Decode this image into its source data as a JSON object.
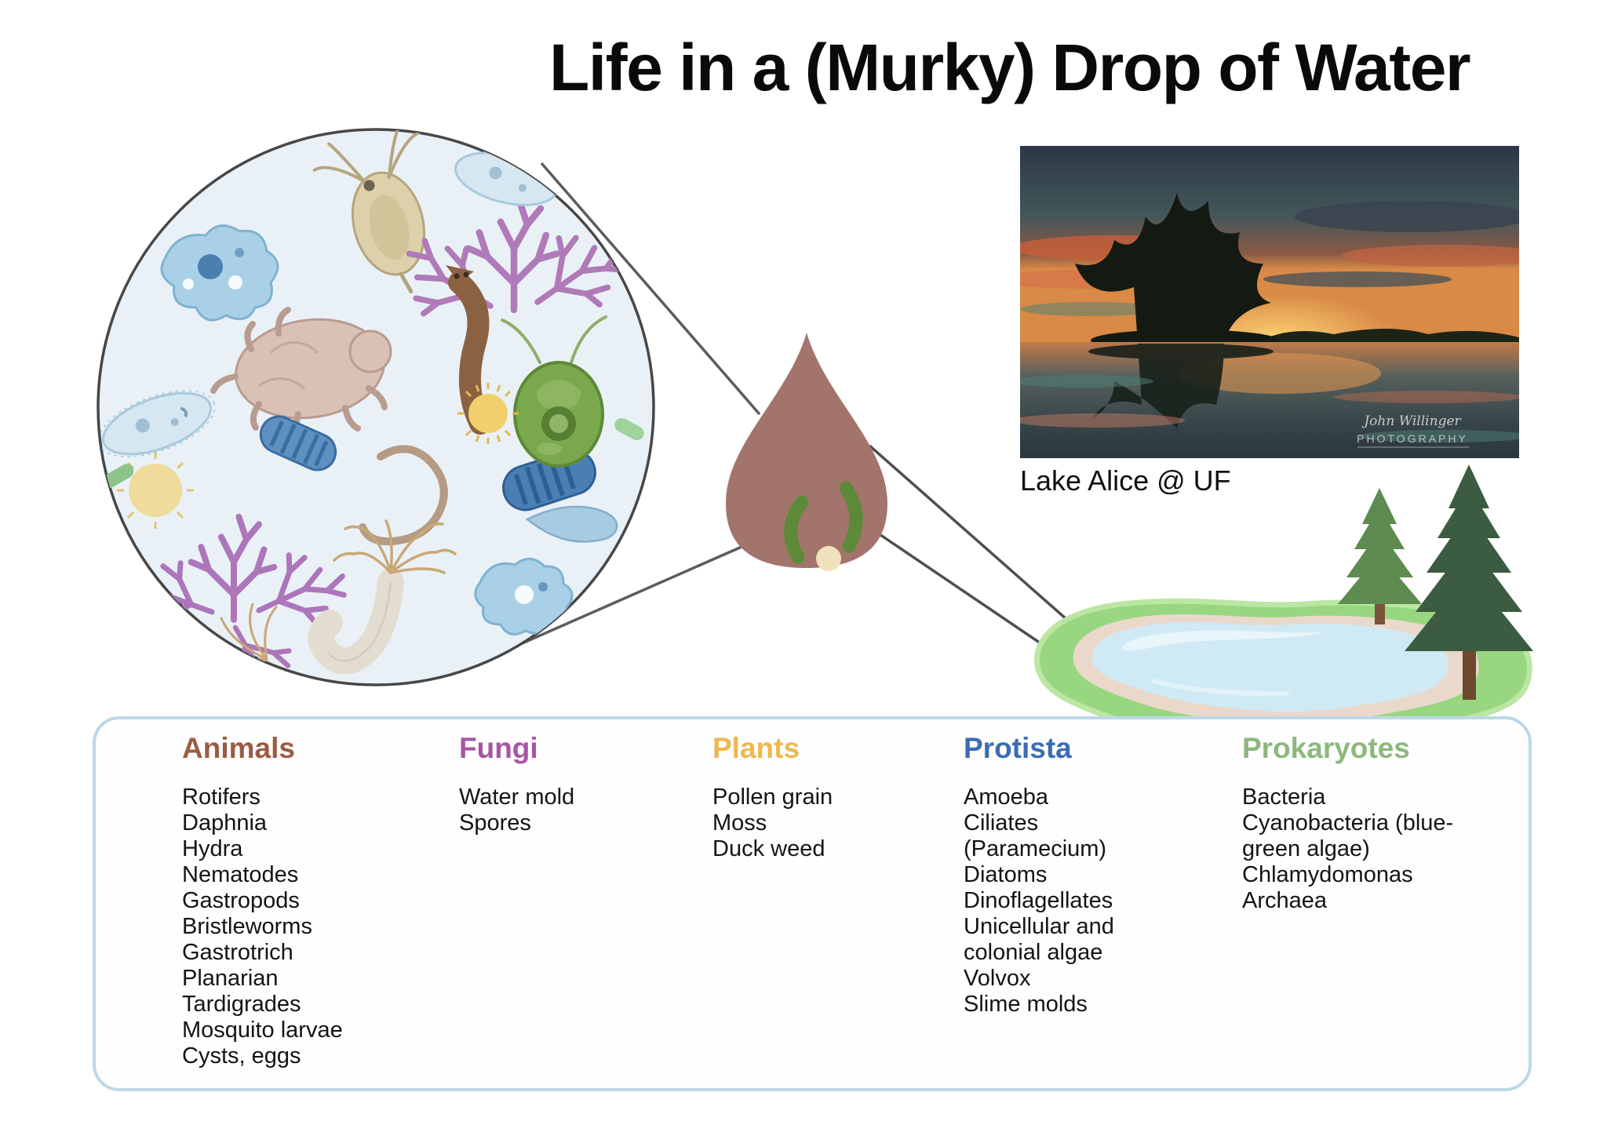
{
  "title": "Life in a (Murky) Drop of Water",
  "photo": {
    "caption": "Lake Alice @ UF",
    "watermark_name": "John Willinger",
    "watermark_type": "PHOTOGRAPHY"
  },
  "legend": {
    "columns": [
      {
        "name": "Animals",
        "color": "#9c5b44",
        "items": [
          "Rotifers",
          "Daphnia",
          "Hydra",
          "Nematodes",
          "Gastropods",
          "Bristleworms",
          "Gastrotrich",
          "Planarian",
          "Tardigrades",
          "Mosquito larvae",
          "Cysts, eggs"
        ]
      },
      {
        "name": "Fungi",
        "color": "#a556a2",
        "items": [
          "Water mold",
          "Spores"
        ]
      },
      {
        "name": "Plants",
        "color": "#edb84e",
        "items": [
          "Pollen grain",
          "Moss",
          "Duck weed"
        ]
      },
      {
        "name": "Protista",
        "color": "#3a6cb4",
        "items": [
          "Amoeba",
          "Ciliates",
          "(Paramecium)",
          "Diatoms",
          "Dinoflagellates",
          "Unicellular and",
          "colonial algae",
          "Volvox",
          "Slime molds"
        ]
      },
      {
        "name": "Prokaryotes",
        "color": "#8db77d",
        "items": [
          "Bacteria",
          "Cyanobacteria (blue-",
          "green algae)",
          "Chlamydomonas",
          "Archaea"
        ]
      }
    ]
  },
  "colors": {
    "drop": "#a3746c",
    "circle_fill": "#e9f1f7",
    "pond_green": "#98d77f",
    "legend_border": "#bcd8e6"
  }
}
